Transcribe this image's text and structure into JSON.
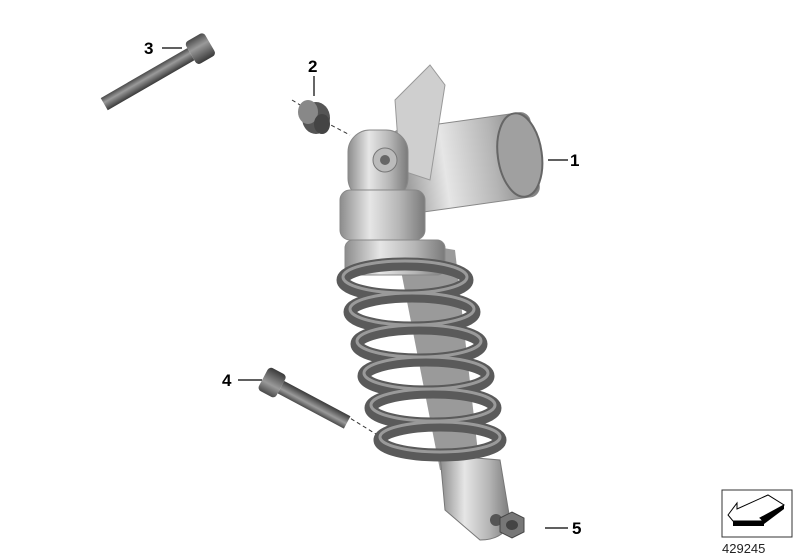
{
  "diagram": {
    "callouts": [
      {
        "number": "1",
        "part": "shock-absorber"
      },
      {
        "number": "2",
        "part": "bushing"
      },
      {
        "number": "3",
        "part": "upper-bolt"
      },
      {
        "number": "4",
        "part": "lower-bolt"
      },
      {
        "number": "5",
        "part": "nut"
      }
    ],
    "reference_number": "429245",
    "orientation_icon": "arrow-down-left-icon"
  }
}
